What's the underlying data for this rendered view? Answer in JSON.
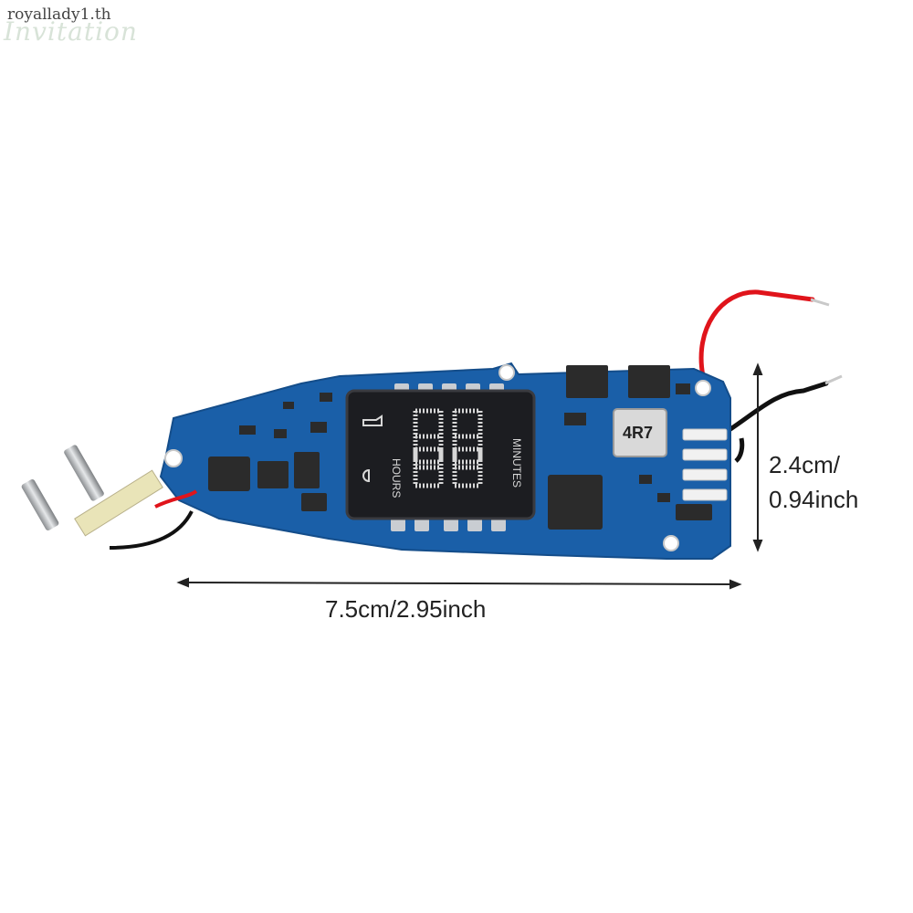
{
  "watermark": {
    "shop": "royallady1.th",
    "script": "Invitation"
  },
  "dimensions": {
    "width": "7.5cm/2.95inch",
    "height_cm": "2.4cm/",
    "height_inch": "0.94inch"
  },
  "display": {
    "minutes": "MINUTES",
    "hours": "HOURS"
  },
  "board": {
    "inductor_marking": "4R7"
  },
  "colors": {
    "pcb": "#1a5fa8",
    "wire_red": "#e0141b",
    "wire_black": "#111111",
    "lcd": "#1c1d21"
  }
}
